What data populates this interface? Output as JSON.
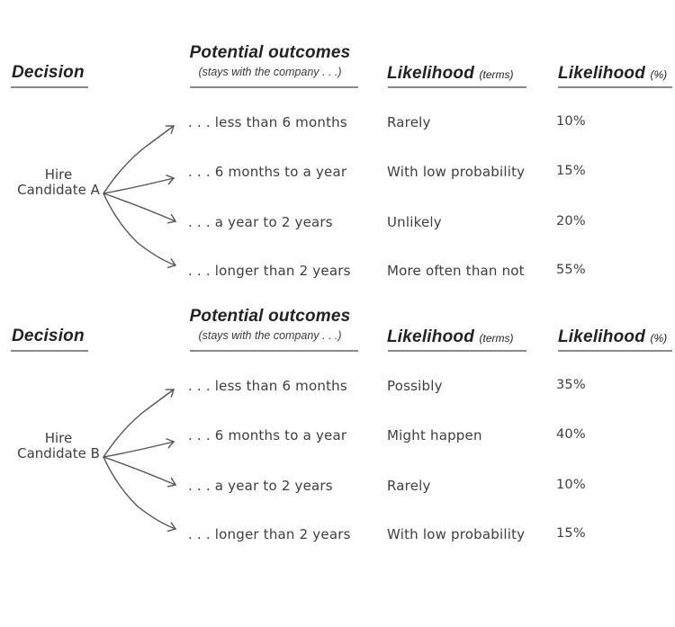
{
  "colors": {
    "background": "#ffffff",
    "header_text": "#222222",
    "body_text": "#3e3e3e",
    "rule": "#8a8a8a",
    "arrow": "#555555"
  },
  "headers": {
    "decision": "Decision",
    "outcomes_title": "Potential outcomes",
    "outcomes_subtitle": "(stays with the company . . .)",
    "likelihood_terms": "Likelihood",
    "likelihood_terms_qualifier": "(terms)",
    "likelihood_percent": "Likelihood",
    "likelihood_percent_qualifier": "(%)"
  },
  "sections": [
    {
      "decision_line1": "Hire",
      "decision_line2": "Candidate A",
      "rows": [
        {
          "outcome": ". . . less than 6 months",
          "term": "Rarely",
          "percent": "10%"
        },
        {
          "outcome": ". . . 6 months to a year",
          "term": "With low probability",
          "percent": "15%"
        },
        {
          "outcome": ". . . a year to 2 years",
          "term": "Unlikely",
          "percent": "20%"
        },
        {
          "outcome": ". . . longer than 2 years",
          "term": "More often than not",
          "percent": "55%"
        }
      ]
    },
    {
      "decision_line1": "Hire",
      "decision_line2": "Candidate B",
      "rows": [
        {
          "outcome": ". . . less than 6 months",
          "term": "Possibly",
          "percent": "35%"
        },
        {
          "outcome": ". . . 6 months to a year",
          "term": "Might happen",
          "percent": "40%"
        },
        {
          "outcome": ". . . a year to 2 years",
          "term": "Rarely",
          "percent": "10%"
        },
        {
          "outcome": ". . . longer than 2 years",
          "term": "With low probability",
          "percent": "15%"
        }
      ]
    }
  ]
}
